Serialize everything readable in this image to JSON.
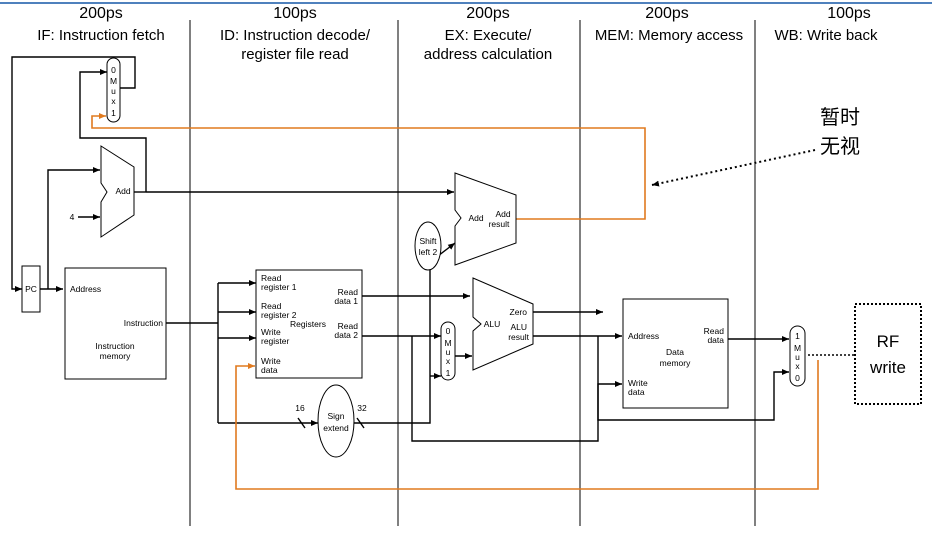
{
  "stages": [
    {
      "latency": "200ps",
      "name_lines": [
        "IF: Instruction fetch"
      ]
    },
    {
      "latency": "100ps",
      "name_lines": [
        "ID: Instruction decode/",
        "register file read"
      ]
    },
    {
      "latency": "200ps",
      "name_lines": [
        "EX: Execute/",
        "address calculation"
      ]
    },
    {
      "latency": "200ps",
      "name_lines": [
        "MEM: Memory access"
      ]
    },
    {
      "latency": "100ps",
      "name_lines": [
        "WB: Write back"
      ]
    }
  ],
  "components": {
    "pc": "PC",
    "pc_add": "Add",
    "const_four": "4",
    "pc_mux": [
      "0",
      "M",
      "u",
      "x",
      "1"
    ],
    "imem": {
      "address": "Address",
      "instruction": "Instruction",
      "name": [
        "Instruction",
        "memory"
      ]
    },
    "regs": {
      "read_reg1": [
        "Read",
        "register 1"
      ],
      "read_reg2": [
        "Read",
        "register 2"
      ],
      "write_reg": [
        "Write",
        "register"
      ],
      "write_data": [
        "Write",
        "data"
      ],
      "read_data1": [
        "Read",
        "data 1"
      ],
      "read_data2": [
        "Read",
        "data 2"
      ],
      "name": "Registers"
    },
    "sign_extend": {
      "name": [
        "Sign",
        "extend"
      ],
      "in_bits": "16",
      "out_bits": "32"
    },
    "shift_left": [
      "Shift",
      "left 2"
    ],
    "branch_add": {
      "name": "Add",
      "result": [
        "Add",
        "result"
      ]
    },
    "alu_mux": [
      "0",
      "M",
      "u",
      "x",
      "1"
    ],
    "alu": {
      "name": "ALU",
      "zero": "Zero",
      "result": [
        "ALU",
        "result"
      ]
    },
    "dmem": {
      "address": "Address",
      "read_data": [
        "Read",
        "data"
      ],
      "write_data": [
        "Write",
        "data"
      ],
      "name": [
        "Data",
        "memory"
      ]
    },
    "wb_mux": [
      "1",
      "M",
      "u",
      "x",
      "0"
    ]
  },
  "annotations": {
    "ignore_note": [
      "暂时",
      "无视"
    ],
    "rf_write": [
      "RF",
      "write"
    ]
  },
  "colors": {
    "highlight": "#e07a1f",
    "header_line": "#4f81bd"
  }
}
